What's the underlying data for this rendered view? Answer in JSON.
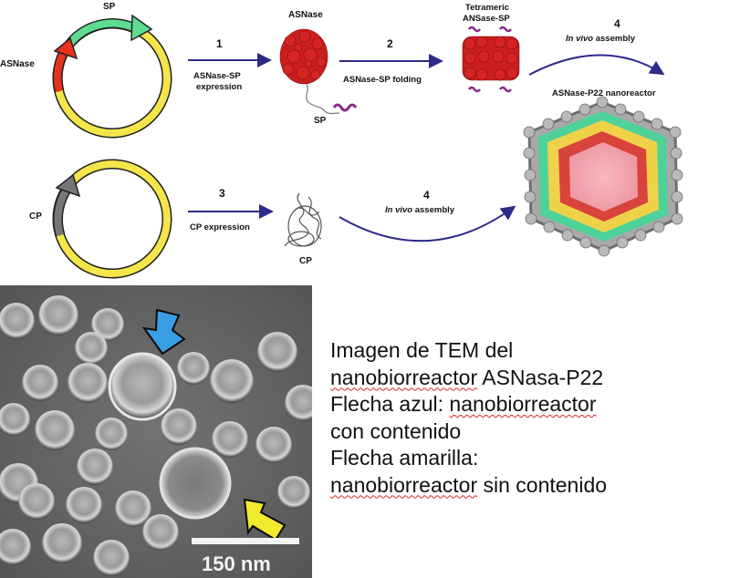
{
  "scheme": {
    "plasmid_top": {
      "label_gene": "ASNase",
      "label_sp": "SP"
    },
    "plasmid_bottom": {
      "label_gene": "CP"
    },
    "step1": {
      "number": "1",
      "line1": "ASNase-SP",
      "line2": "expression"
    },
    "step2": {
      "number": "2",
      "label": "ASNase-SP folding"
    },
    "step3": {
      "number": "3",
      "label": "CP expression"
    },
    "step4_top": {
      "number": "4",
      "prefix": "In vivo",
      "suffix": " assembly"
    },
    "step4_bottom": {
      "number": "4",
      "prefix": "In vivo",
      "suffix": " assembly"
    },
    "protein_asnase": {
      "label": "ASNase",
      "tail_label": "SP"
    },
    "tetramer": {
      "line1": "Tetrameric",
      "line2": "ANSase-SP"
    },
    "nanoreactor": {
      "label": "ASNase-P22 nanoreactor"
    },
    "cp_protein": {
      "label": "CP"
    },
    "tem": {
      "scale_bar": "150 nm"
    }
  },
  "caption": {
    "line1": "Imagen de TEM del",
    "line2_word": "nanobiorreactor",
    "line2_rest": " ASNasa-P22",
    "line3_prefix": "Flecha azul: ",
    "line3_word": "nanobiorreactor",
    "line4": "con contenido",
    "line5": "Flecha amarilla:",
    "line6_word": "nanobiorreactor",
    "line6_rest": " sin  contenido"
  },
  "colors": {
    "plasmid_ring": "#f4e64a",
    "sp_segment": "#5ddc8f",
    "asnase_segment": "#e8321e",
    "cp_segment": "#777777",
    "arrow": "#2e2a88",
    "tem_arrow_blue": "#3a9ee6",
    "tem_arrow_yellow": "#f2ea2c"
  }
}
